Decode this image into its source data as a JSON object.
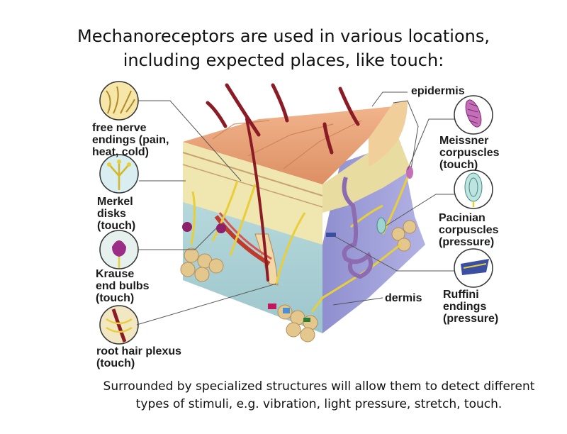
{
  "title": {
    "line1": "Mechanoreceptors are used in various locations,",
    "line2": "including expected places, like touch:"
  },
  "labels": {
    "free_nerve": "free nerve\nendings (pain,\nheat, cold)",
    "merkel": "Merkel\ndisks\n(touch)",
    "krause": "Krause\nend bulbs\n(touch)",
    "root_hair": "root hair plexus\n(touch)",
    "epidermis": "epidermis",
    "meissner": "Meissner\ncorpuscles\n(touch)",
    "pacinian": "Pacinian\ncorpuscles\n(pressure)",
    "dermis": "dermis",
    "ruffini": "Ruffini\nendings\n(pressure)"
  },
  "caption": {
    "line1": "Surrounded by specialized structures will allow them to detect different",
    "line2": "types of stimuli, e.g. vibration, light pressure, stretch, touch."
  }
}
